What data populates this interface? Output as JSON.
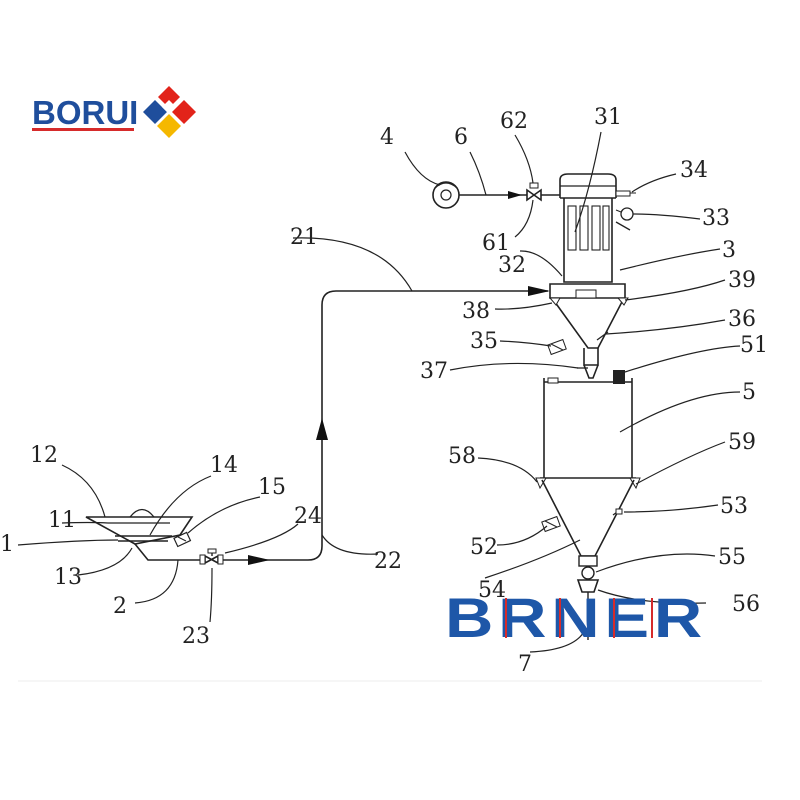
{
  "logos": {
    "top_left": {
      "text": "BORUI",
      "color": "#1f4e9c",
      "underline_color": "#d62b2b"
    },
    "watermark": {
      "text": "BRNER",
      "color": "#1e57a8",
      "accent": "#d62b2b"
    }
  },
  "colors": {
    "line": "#222222",
    "diamond_red": "#e2231a",
    "diamond_yellow": "#f5b800",
    "diamond_blue": "#1f4e9c"
  },
  "labels": {
    "l1": "1",
    "l2": "2",
    "l3": "3",
    "l4": "4",
    "l5": "5",
    "l6": "6",
    "l7": "7",
    "l11": "11",
    "l12": "12",
    "l13": "13",
    "l14": "14",
    "l15": "15",
    "l21": "21",
    "l22": "22",
    "l23": "23",
    "l24": "24",
    "l31": "31",
    "l32": "32",
    "l33": "33",
    "l34": "34",
    "l35": "35",
    "l36": "36",
    "l37": "37",
    "l38": "38",
    "l39": "39",
    "l51": "51",
    "l52": "52",
    "l53": "53",
    "l54": "54",
    "l55": "55",
    "l56": "56",
    "l58": "58",
    "l59": "59",
    "l61": "61",
    "l62": "62"
  }
}
